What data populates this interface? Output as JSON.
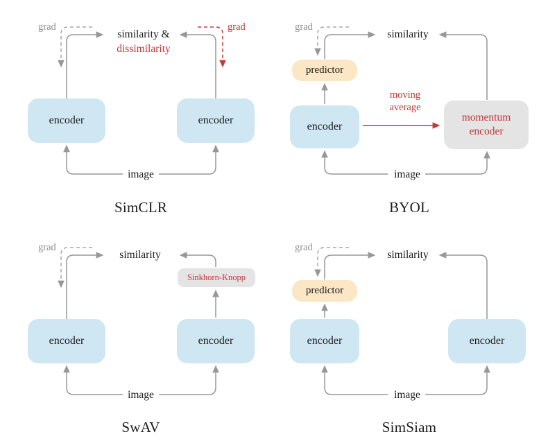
{
  "colors": {
    "encoder_fill": "#cfe7f3",
    "predictor_fill": "#fbe6c5",
    "neutral_box_fill": "#e4e4e4",
    "arrow_gray": "#979797",
    "grad_text_gray": "#8f8f8f",
    "accent_red": "#c0393b",
    "text_color": "#1c1c1c"
  },
  "panels": {
    "simclr": {
      "title": "SimCLR",
      "grad_left_label": "grad",
      "grad_right_label": "grad",
      "loss_line1": "similarity &",
      "loss_line2": "dissimilarity",
      "encoder_left_label": "encoder",
      "encoder_right_label": "encoder",
      "image_label": "image"
    },
    "byol": {
      "title": "BYOL",
      "grad_label": "grad",
      "loss_label": "similarity",
      "predictor_label": "predictor",
      "encoder_label": "encoder",
      "momentum_line1": "momentum",
      "momentum_line2": "encoder",
      "moving_avg_line1": "moving",
      "moving_avg_line2": "average",
      "image_label": "image"
    },
    "swav": {
      "title": "SwAV",
      "grad_label": "grad",
      "loss_label": "similarity",
      "sinkhorn_label": "Sinkhorn-Knopp",
      "encoder_left_label": "encoder",
      "encoder_right_label": "encoder",
      "image_label": "image"
    },
    "simsiam": {
      "title": "SimSiam",
      "grad_label": "grad",
      "loss_label": "similarity",
      "predictor_label": "predictor",
      "encoder_left_label": "encoder",
      "encoder_right_label": "encoder",
      "image_label": "image"
    }
  }
}
